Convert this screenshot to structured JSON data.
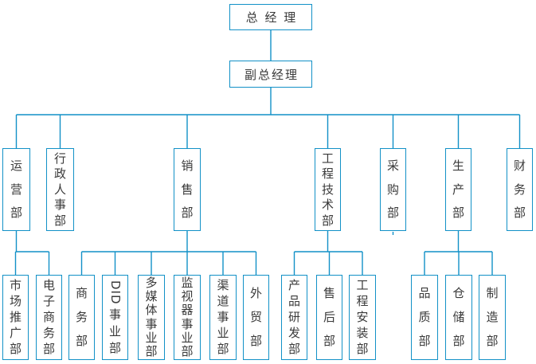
{
  "colors": {
    "line_blue": "#1291c7",
    "text": "#3a3a3a",
    "background": "#ffffff"
  },
  "org_chart": {
    "general_manager": {
      "label": "总 经 理"
    },
    "deputy_general_manager": {
      "label": "副总经理"
    },
    "departments": [
      {
        "label": "运营部",
        "children": [
          {
            "label": "市场推广部"
          },
          {
            "label": "电子商务部"
          }
        ]
      },
      {
        "label": "行政人事部",
        "children": []
      },
      {
        "label": "销售部",
        "children": [
          {
            "label": "商务部"
          },
          {
            "label": "DID事业部"
          },
          {
            "label": "多媒体事业部"
          },
          {
            "label": "监视器事业部"
          },
          {
            "label": "渠道事业部"
          },
          {
            "label": "外贸部"
          }
        ]
      },
      {
        "label": "工程技术部",
        "children": [
          {
            "label": "产品研发部"
          },
          {
            "label": "售后部"
          },
          {
            "label": "工程安装部"
          }
        ]
      },
      {
        "label": "采购部",
        "children": []
      },
      {
        "label": "生产部",
        "children": [
          {
            "label": "品质部"
          },
          {
            "label": "仓储部"
          },
          {
            "label": "制造部"
          }
        ]
      },
      {
        "label": "财务部",
        "children": []
      }
    ]
  }
}
